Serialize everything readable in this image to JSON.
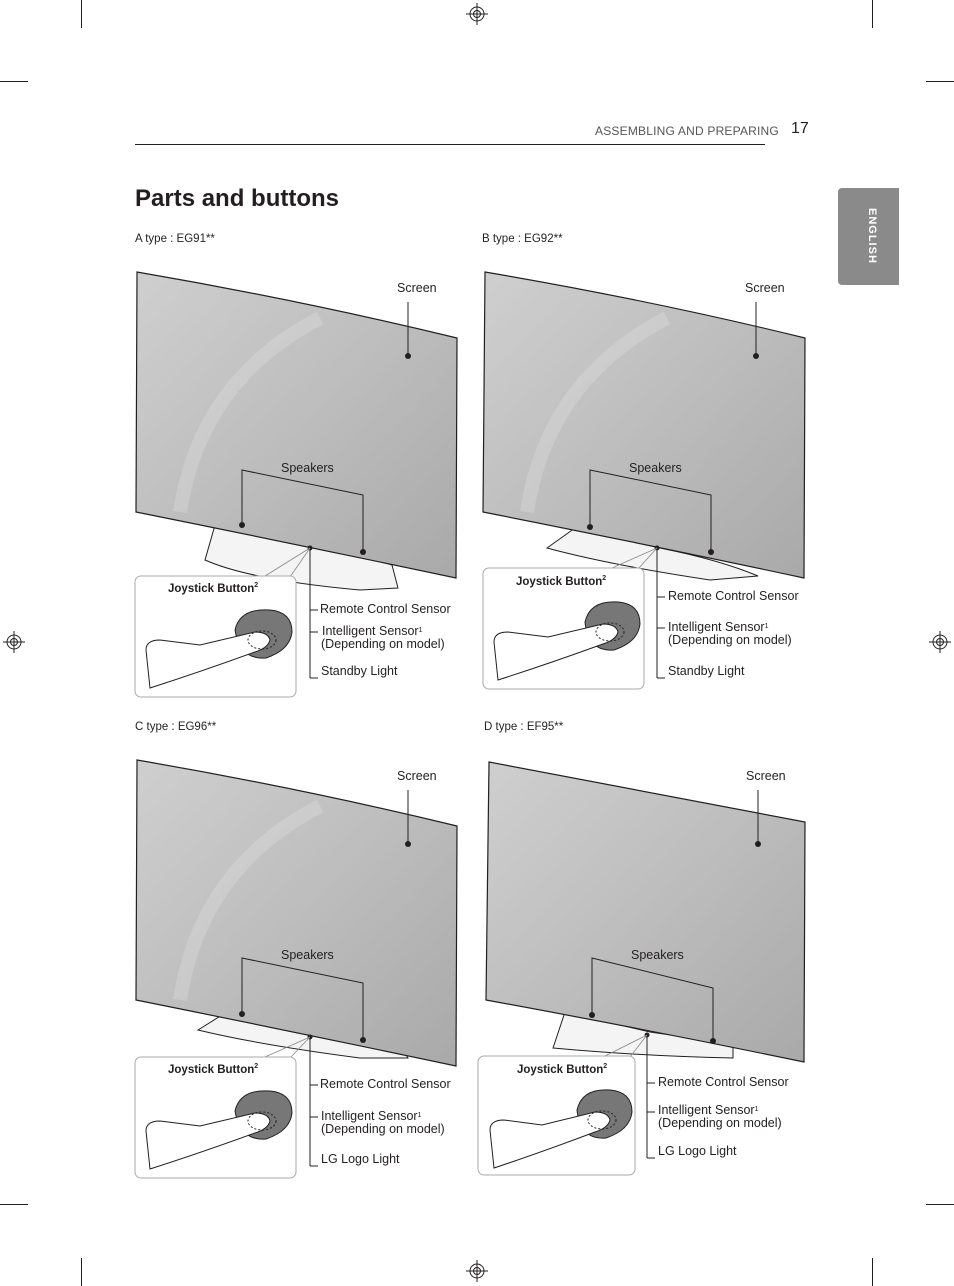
{
  "header": {
    "section": "ASSEMBLING AND PREPARING",
    "page_number": "17"
  },
  "title": "Parts and buttons",
  "language_tab": "ENGLISH",
  "panels": [
    {
      "type_label": "A type : EG91**",
      "screen": "Screen",
      "speakers": "Speakers",
      "joystick_title": "Joystick Button",
      "joystick_sup": "2",
      "remote_sensor": "Remote Control Sensor",
      "intelligent_sensor": "Intelligent Sensor",
      "intelligent_sup": "1",
      "depending": "(Depending on model)",
      "bottom_label": "Standby Light"
    },
    {
      "type_label": "B type : EG92**",
      "screen": "Screen",
      "speakers": "Speakers",
      "joystick_title": "Joystick Button",
      "joystick_sup": "2",
      "remote_sensor": "Remote Control Sensor",
      "intelligent_sensor": "Intelligent Sensor",
      "intelligent_sup": "1",
      "depending": "(Depending on model)",
      "bottom_label": "Standby Light"
    },
    {
      "type_label": "C type : EG96**",
      "screen": "Screen",
      "speakers": "Speakers",
      "joystick_title": "Joystick Button",
      "joystick_sup": "2",
      "remote_sensor": "Remote Control Sensor",
      "intelligent_sensor": "Intelligent Sensor",
      "intelligent_sup": "1",
      "depending": "(Depending on model)",
      "bottom_label": "LG Logo Light"
    },
    {
      "type_label": "D type : EF95**",
      "screen": "Screen",
      "speakers": "Speakers",
      "joystick_title": "Joystick Button",
      "joystick_sup": "2",
      "remote_sensor": "Remote Control Sensor",
      "intelligent_sensor": "Intelligent Sensor",
      "intelligent_sup": "1",
      "depending": "(Depending on model)",
      "bottom_label": "LG Logo Light"
    }
  ]
}
